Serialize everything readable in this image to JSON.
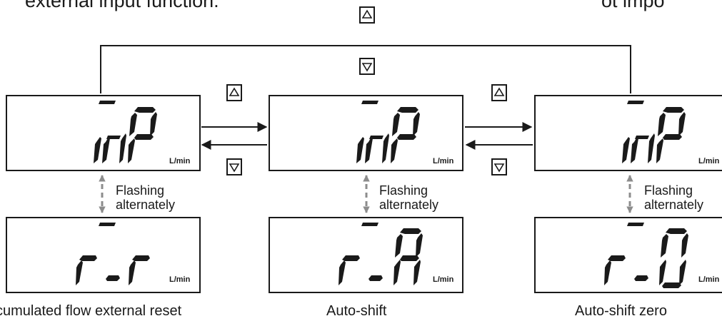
{
  "heading": {
    "left": "external input function.",
    "right": "ot impo"
  },
  "displays": [
    {
      "top_segment": "inP",
      "bottom_segment": "r_r",
      "unit": "L/min",
      "note_line1": "Flashing",
      "note_line2": "alternately",
      "caption": "cumulated flow external reset"
    },
    {
      "top_segment": "inP",
      "bottom_segment": "r_A",
      "unit": "L/min",
      "note_line1": "Flashing",
      "note_line2": "alternately",
      "caption": "Auto-shift"
    },
    {
      "top_segment": "inP",
      "bottom_segment": "r_0",
      "unit": "L/min",
      "note_line1": "Flashing",
      "note_line2": "alternately",
      "caption": "Auto-shift zero"
    }
  ],
  "buttons": [
    {
      "icon": "up-arrow-icon"
    },
    {
      "icon": "down-arrow-icon"
    }
  ],
  "colors": {
    "ink": "#1a1a1a",
    "alternate_arrow": "#8c8c8c",
    "background": "#ffffff"
  }
}
